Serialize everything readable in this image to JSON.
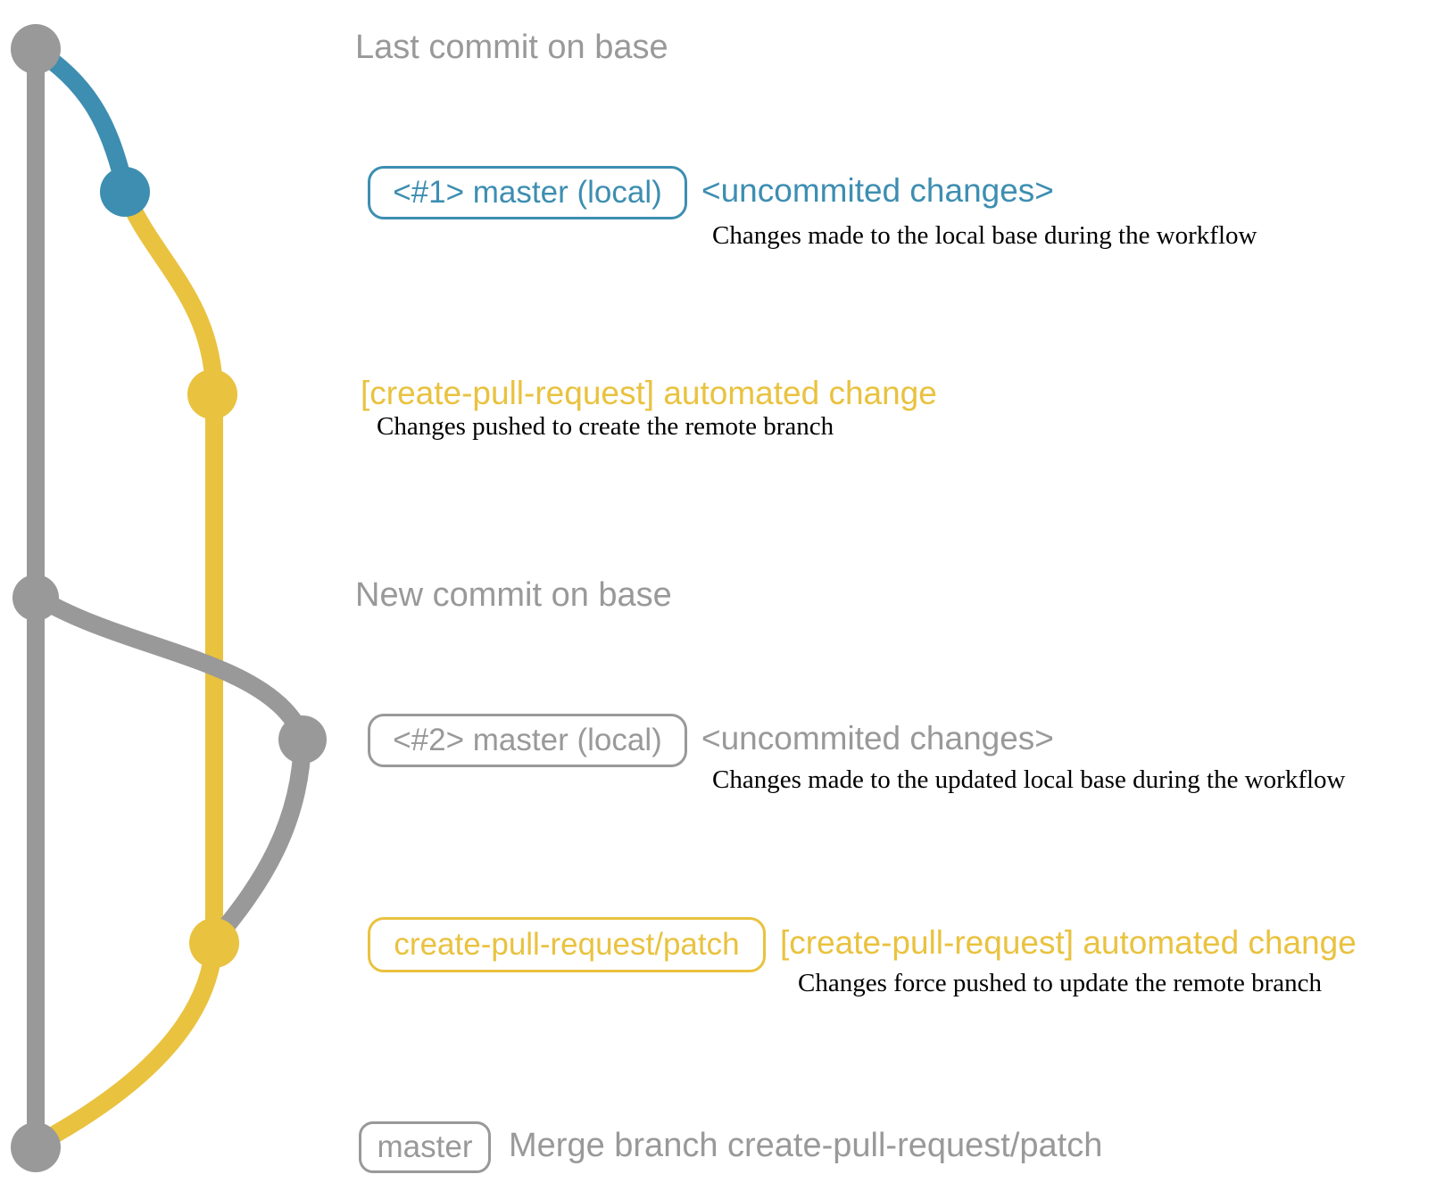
{
  "colors": {
    "gray": "#999999",
    "blue": "#3D8EB1",
    "yellow": "#E9C23F",
    "description_text": "#000000",
    "background": "#FFFFFF"
  },
  "rows": {
    "last_base_commit": {
      "label": "Last commit on base"
    },
    "local_commit_1": {
      "badge": "<#1> master (local)",
      "note": "<uncommited changes>",
      "description": "Changes made to the local base during the workflow"
    },
    "push_1": {
      "note": "[create-pull-request] automated change",
      "description": "Changes pushed to create the remote branch"
    },
    "new_base_commit": {
      "label": "New commit on base"
    },
    "local_commit_2": {
      "badge": "<#2> master (local)",
      "note": "<uncommited changes>",
      "description": "Changes made to the updated local base during the workflow"
    },
    "push_2": {
      "badge": "create-pull-request/patch",
      "note": "[create-pull-request] automated change",
      "description": "Changes force pushed to update the remote branch"
    },
    "merge": {
      "badge": "master",
      "note": "Merge branch create-pull-request/patch"
    }
  }
}
